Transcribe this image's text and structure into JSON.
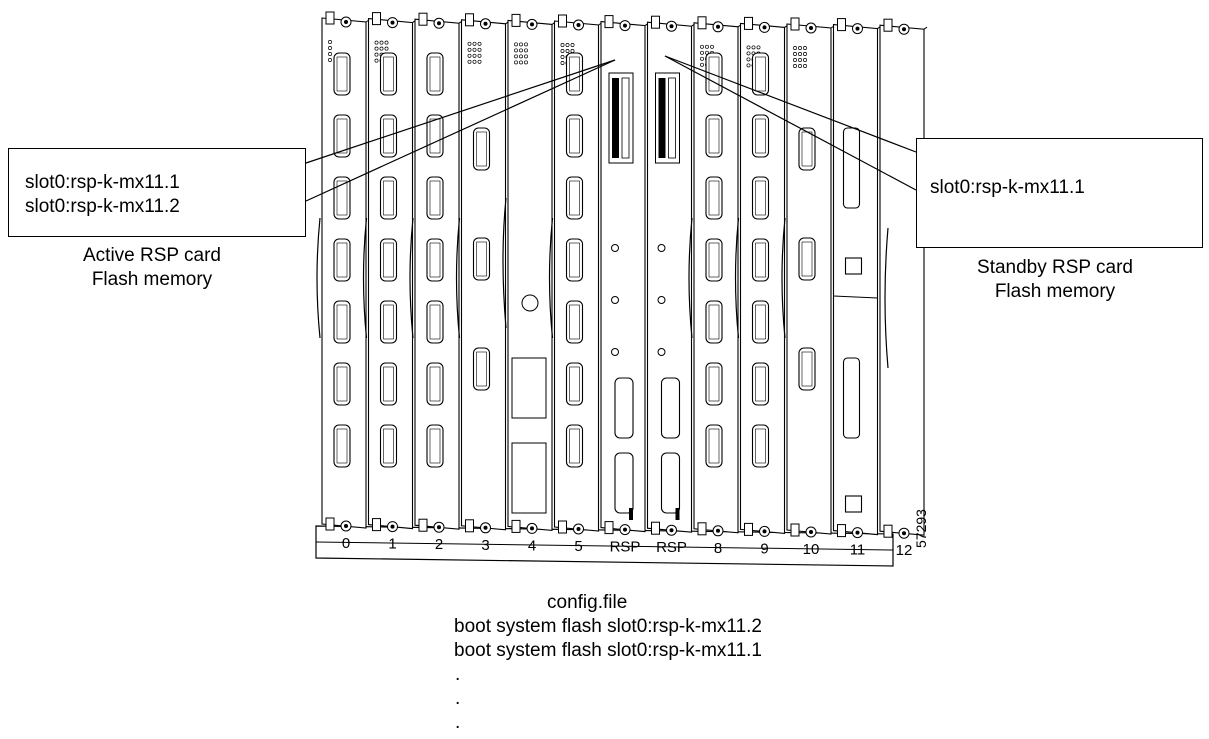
{
  "active_box": {
    "lines": [
      "slot0:rsp-k-mx11.1",
      "slot0:rsp-k-mx11.2"
    ]
  },
  "active_caption": {
    "line1": "Active RSP card",
    "line2": "Flash memory"
  },
  "standby_box": {
    "lines": [
      "slot0:rsp-k-mx11.1"
    ]
  },
  "standby_caption": {
    "line1": "Standby RSP card",
    "line2": "Flash memory"
  },
  "slot_labels": [
    "0",
    "1",
    "2",
    "3",
    "4",
    "5",
    "RSP",
    "RSP",
    "8",
    "9",
    "10",
    "11",
    "12"
  ],
  "figure_id": "57293",
  "config": {
    "title": "config.file",
    "lines": [
      "boot system flash slot0:rsp-k-mx11.2",
      "boot system flash slot0:rsp-k-mx11.1"
    ],
    "dots": [
      ".",
      ".",
      "."
    ]
  }
}
